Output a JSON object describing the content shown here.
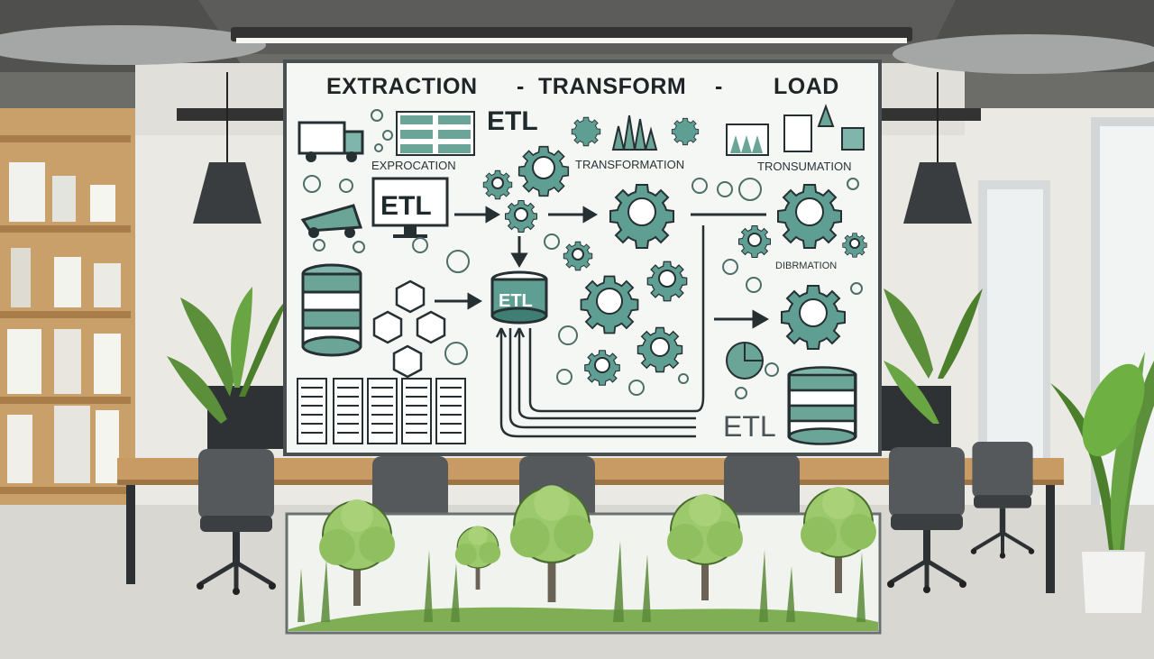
{
  "whiteboard": {
    "title_left": "EXTRACTION",
    "title_sep1": "-",
    "title_middle": "TRANSFORM",
    "title_sep2": "-",
    "title_right": "LOAD",
    "etl_top": "ETL",
    "etl_monitor": "ETL",
    "etl_database": "ETL",
    "etl_bottom": "ETL",
    "label_extraction": "EXPROCATION",
    "label_transformation": "TRANSFORMATION",
    "label_transformation_2": "TRONSUMATION",
    "label_small": "DIBRMATION"
  },
  "colors": {
    "teal": "#5f9e92",
    "teal_dark": "#2f4f4f",
    "ink": "#263032",
    "board": "#f4f6f4",
    "wood": "#c89a64",
    "plant": "#5b8f3a"
  }
}
